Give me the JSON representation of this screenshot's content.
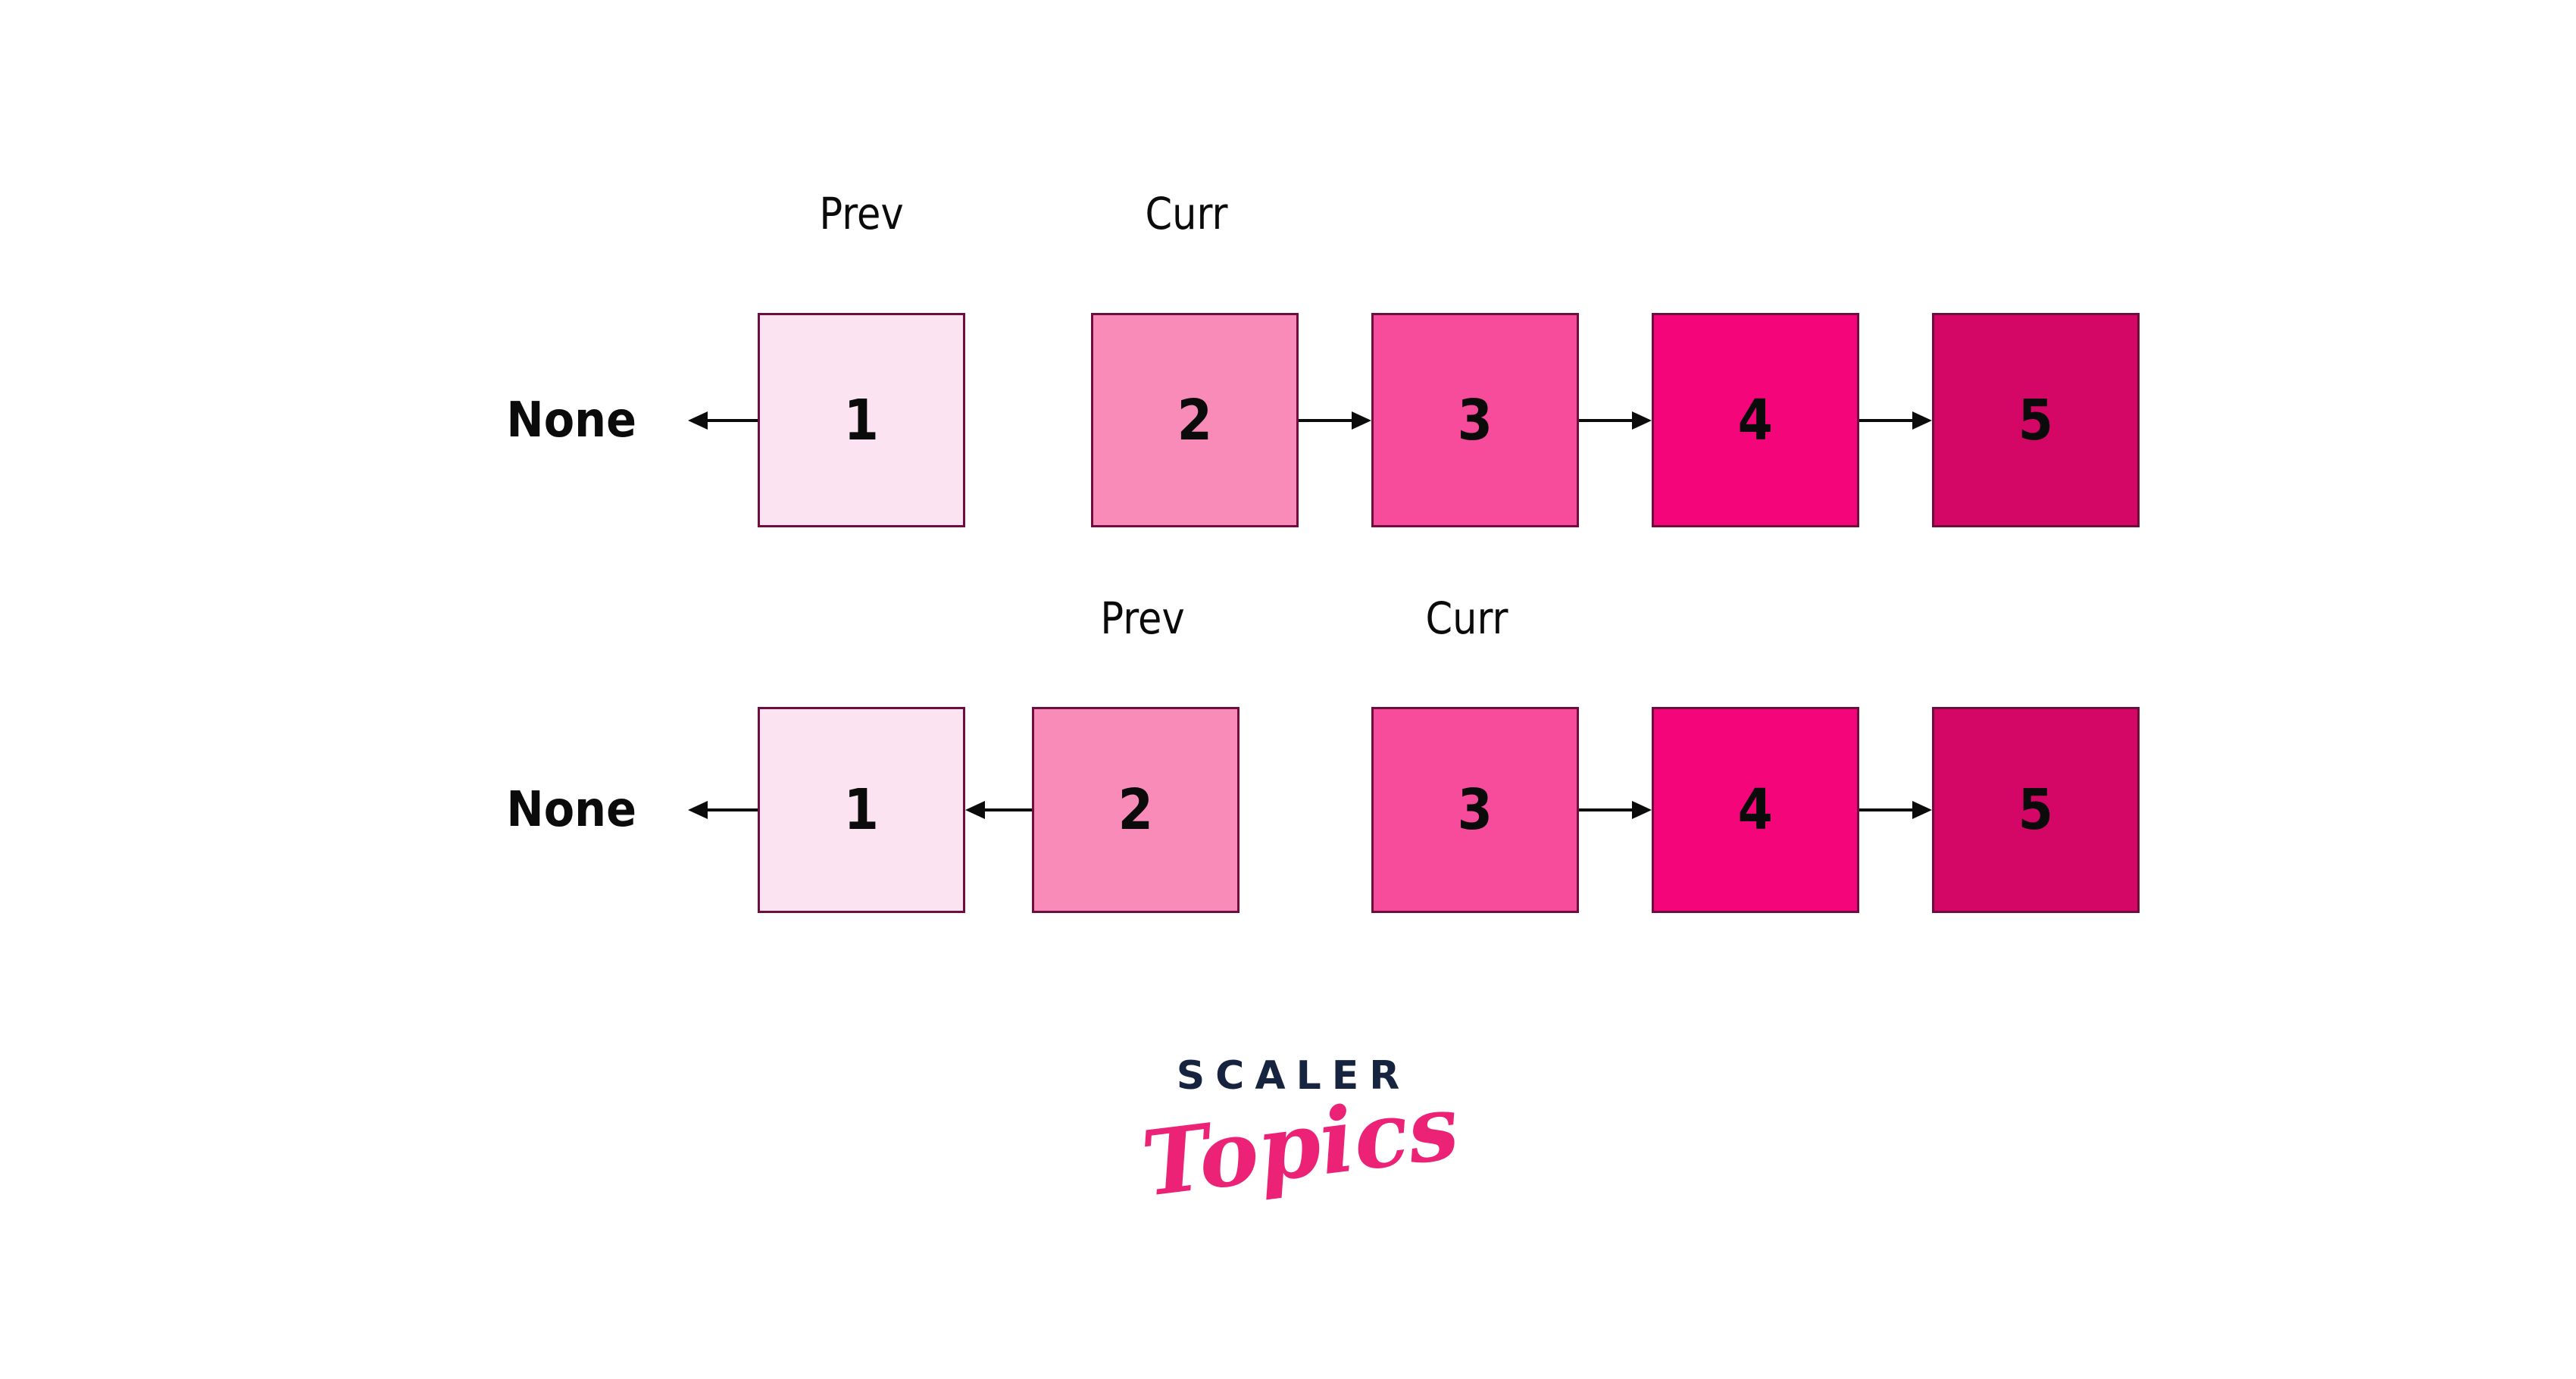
{
  "style": {
    "page_bg": "#ffffff",
    "border_color": "#6e0e3e",
    "arrow_color": "#0b0b0b",
    "text_color": "#0b0b0b",
    "brand_color": "#16243f",
    "sub_color": "#ec2277"
  },
  "rows": [
    {
      "none_label": "None",
      "labels": [
        {
          "text": "Prev",
          "over_node": "1"
        },
        {
          "text": "Curr",
          "over_node": "2"
        }
      ],
      "nodes": [
        {
          "value": "1",
          "fill": "#fbe3f1"
        },
        {
          "value": "2",
          "fill": "#f98bb9"
        },
        {
          "value": "3",
          "fill": "#f64c9b"
        },
        {
          "value": "4",
          "fill": "#f4067a"
        },
        {
          "value": "5",
          "fill": "#d50766"
        }
      ],
      "links": [
        {
          "from": "1",
          "to": "None",
          "direction": "left"
        },
        {
          "from": "2",
          "to": "3",
          "direction": "right"
        },
        {
          "from": "3",
          "to": "4",
          "direction": "right"
        },
        {
          "from": "4",
          "to": "5",
          "direction": "right"
        }
      ]
    },
    {
      "none_label": "None",
      "labels": [
        {
          "text": "Prev",
          "over_node": "2"
        },
        {
          "text": "Curr",
          "over_node": "3"
        }
      ],
      "nodes": [
        {
          "value": "1",
          "fill": "#fbe3f1"
        },
        {
          "value": "2",
          "fill": "#f98bb9"
        },
        {
          "value": "3",
          "fill": "#f64c9b"
        },
        {
          "value": "4",
          "fill": "#f4067a"
        },
        {
          "value": "5",
          "fill": "#d50766"
        }
      ],
      "links": [
        {
          "from": "1",
          "to": "None",
          "direction": "left"
        },
        {
          "from": "2",
          "to": "1",
          "direction": "left"
        },
        {
          "from": "3",
          "to": "4",
          "direction": "right"
        },
        {
          "from": "4",
          "to": "5",
          "direction": "right"
        }
      ]
    }
  ],
  "logo": {
    "brand": "SCALER",
    "sub": "Topics"
  }
}
